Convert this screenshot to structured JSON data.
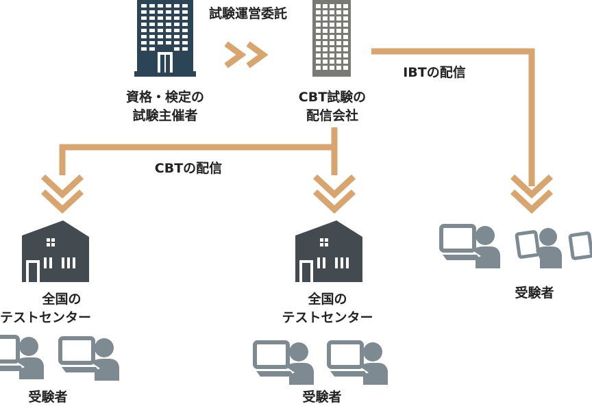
{
  "nodes": {
    "organizer": {
      "line1": "資格・検定の",
      "line2": "試験主催者"
    },
    "delivery_company": {
      "line1": "CBT試験の",
      "line2": "配信会社"
    },
    "test_center_left": {
      "line1": "全国の",
      "line2": "テストセンター"
    },
    "test_center_right": {
      "line1": "全国の",
      "line2": "テストセンター"
    },
    "examinees_left": {
      "label": "受験者"
    },
    "examinees_right": {
      "label": "受験者"
    },
    "examinees_ibt": {
      "label": "受験者"
    }
  },
  "edges": {
    "outsourcing": "試験運営委託",
    "cbt_delivery": "CBTの配信",
    "ibt_delivery": "IBTの配信"
  },
  "colors": {
    "arrow": "#d9a56f",
    "building_dark": "#2c4556",
    "building_gray": "#7a7a74",
    "house": "#434b51",
    "person": "#7d8a92",
    "text": "#222222"
  }
}
